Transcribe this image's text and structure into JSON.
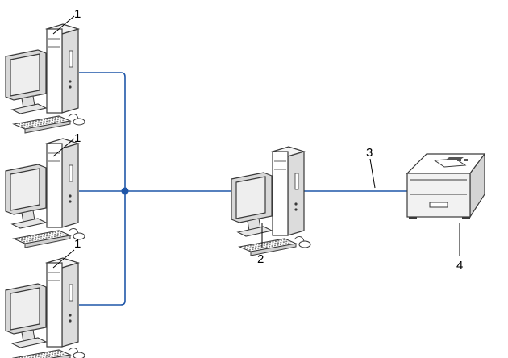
{
  "diagram": {
    "callouts": {
      "client_top": "1",
      "client_middle": "1",
      "client_bottom": "1",
      "host_computer": "2",
      "parallel_cable": "3",
      "printer": "4"
    },
    "colors": {
      "network_line": "#1f56a8",
      "junction_dot": "#1f56a8",
      "outline": "#3a3a3a",
      "monitor_screen": "#e8e8e8",
      "case_fill": "#ffffff",
      "printer_body": "#f2f2f2"
    },
    "icons": {
      "client": "desktop-computer-icon",
      "host": "desktop-computer-icon",
      "printer": "laser-printer-icon"
    }
  }
}
